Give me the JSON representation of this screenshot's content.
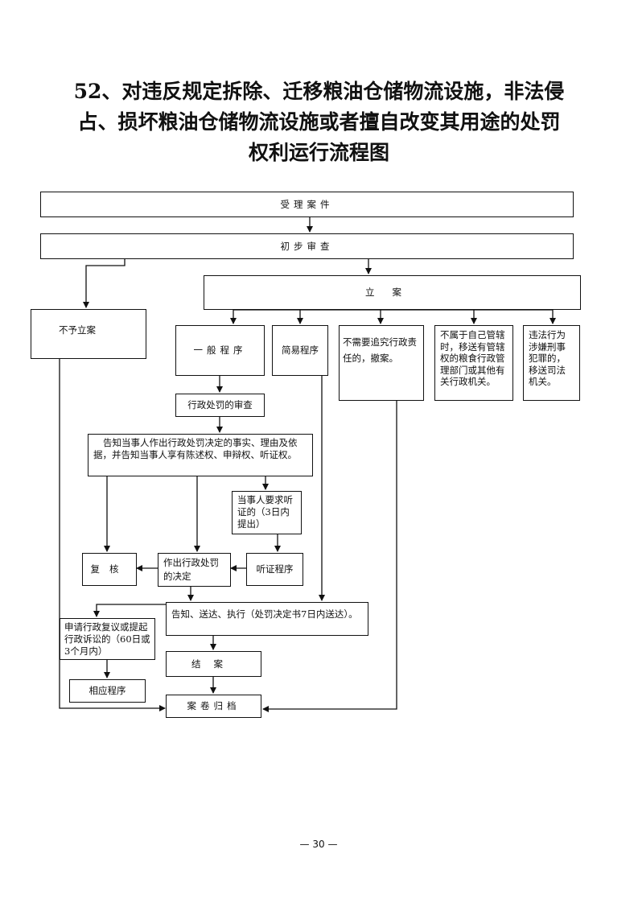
{
  "title": {
    "line1": "52、对违反规定拆除、迁移粮油仓储物流设施，非法侵",
    "line2": "占、损坏粮油仓储物流设施或者擅自改变其用途的处罚",
    "line3": "权利运行流程图"
  },
  "nodes": {
    "accept": "受理案件",
    "preliminary": "初步审查",
    "register": "立案",
    "not_register": "不予立案",
    "general": "一般程序",
    "simple": "简易程序",
    "no_liability": "不需要追究行政责任的，撤案。",
    "not_jurisdiction": "不属于自己管辖时，移送有管辖权的粮食行政管理部门或其他有关行政机关。",
    "criminal": "违法行为涉嫌刑事犯罪的，移送司法机关。",
    "review": "行政处罚的审查",
    "notify": "告知当事人作出行政处罚决定的事实、理由及依据，并告知当事人享有陈述权、申辩权、听证权。",
    "hearing_request": "当事人要求听证的（3日内提出）",
    "recheck": "复核",
    "decision": "作出行政处罚的决定",
    "hearing": "听证程序",
    "deliver": "告知、送达、执行（处罚决定书7日内送达）。",
    "appeal": "申请行政复议或提起行政诉讼的（60日或3个月内）",
    "close": "结案",
    "corresponding": "相应程序",
    "archive": "案卷归档"
  },
  "page_number": "— 30 —"
}
